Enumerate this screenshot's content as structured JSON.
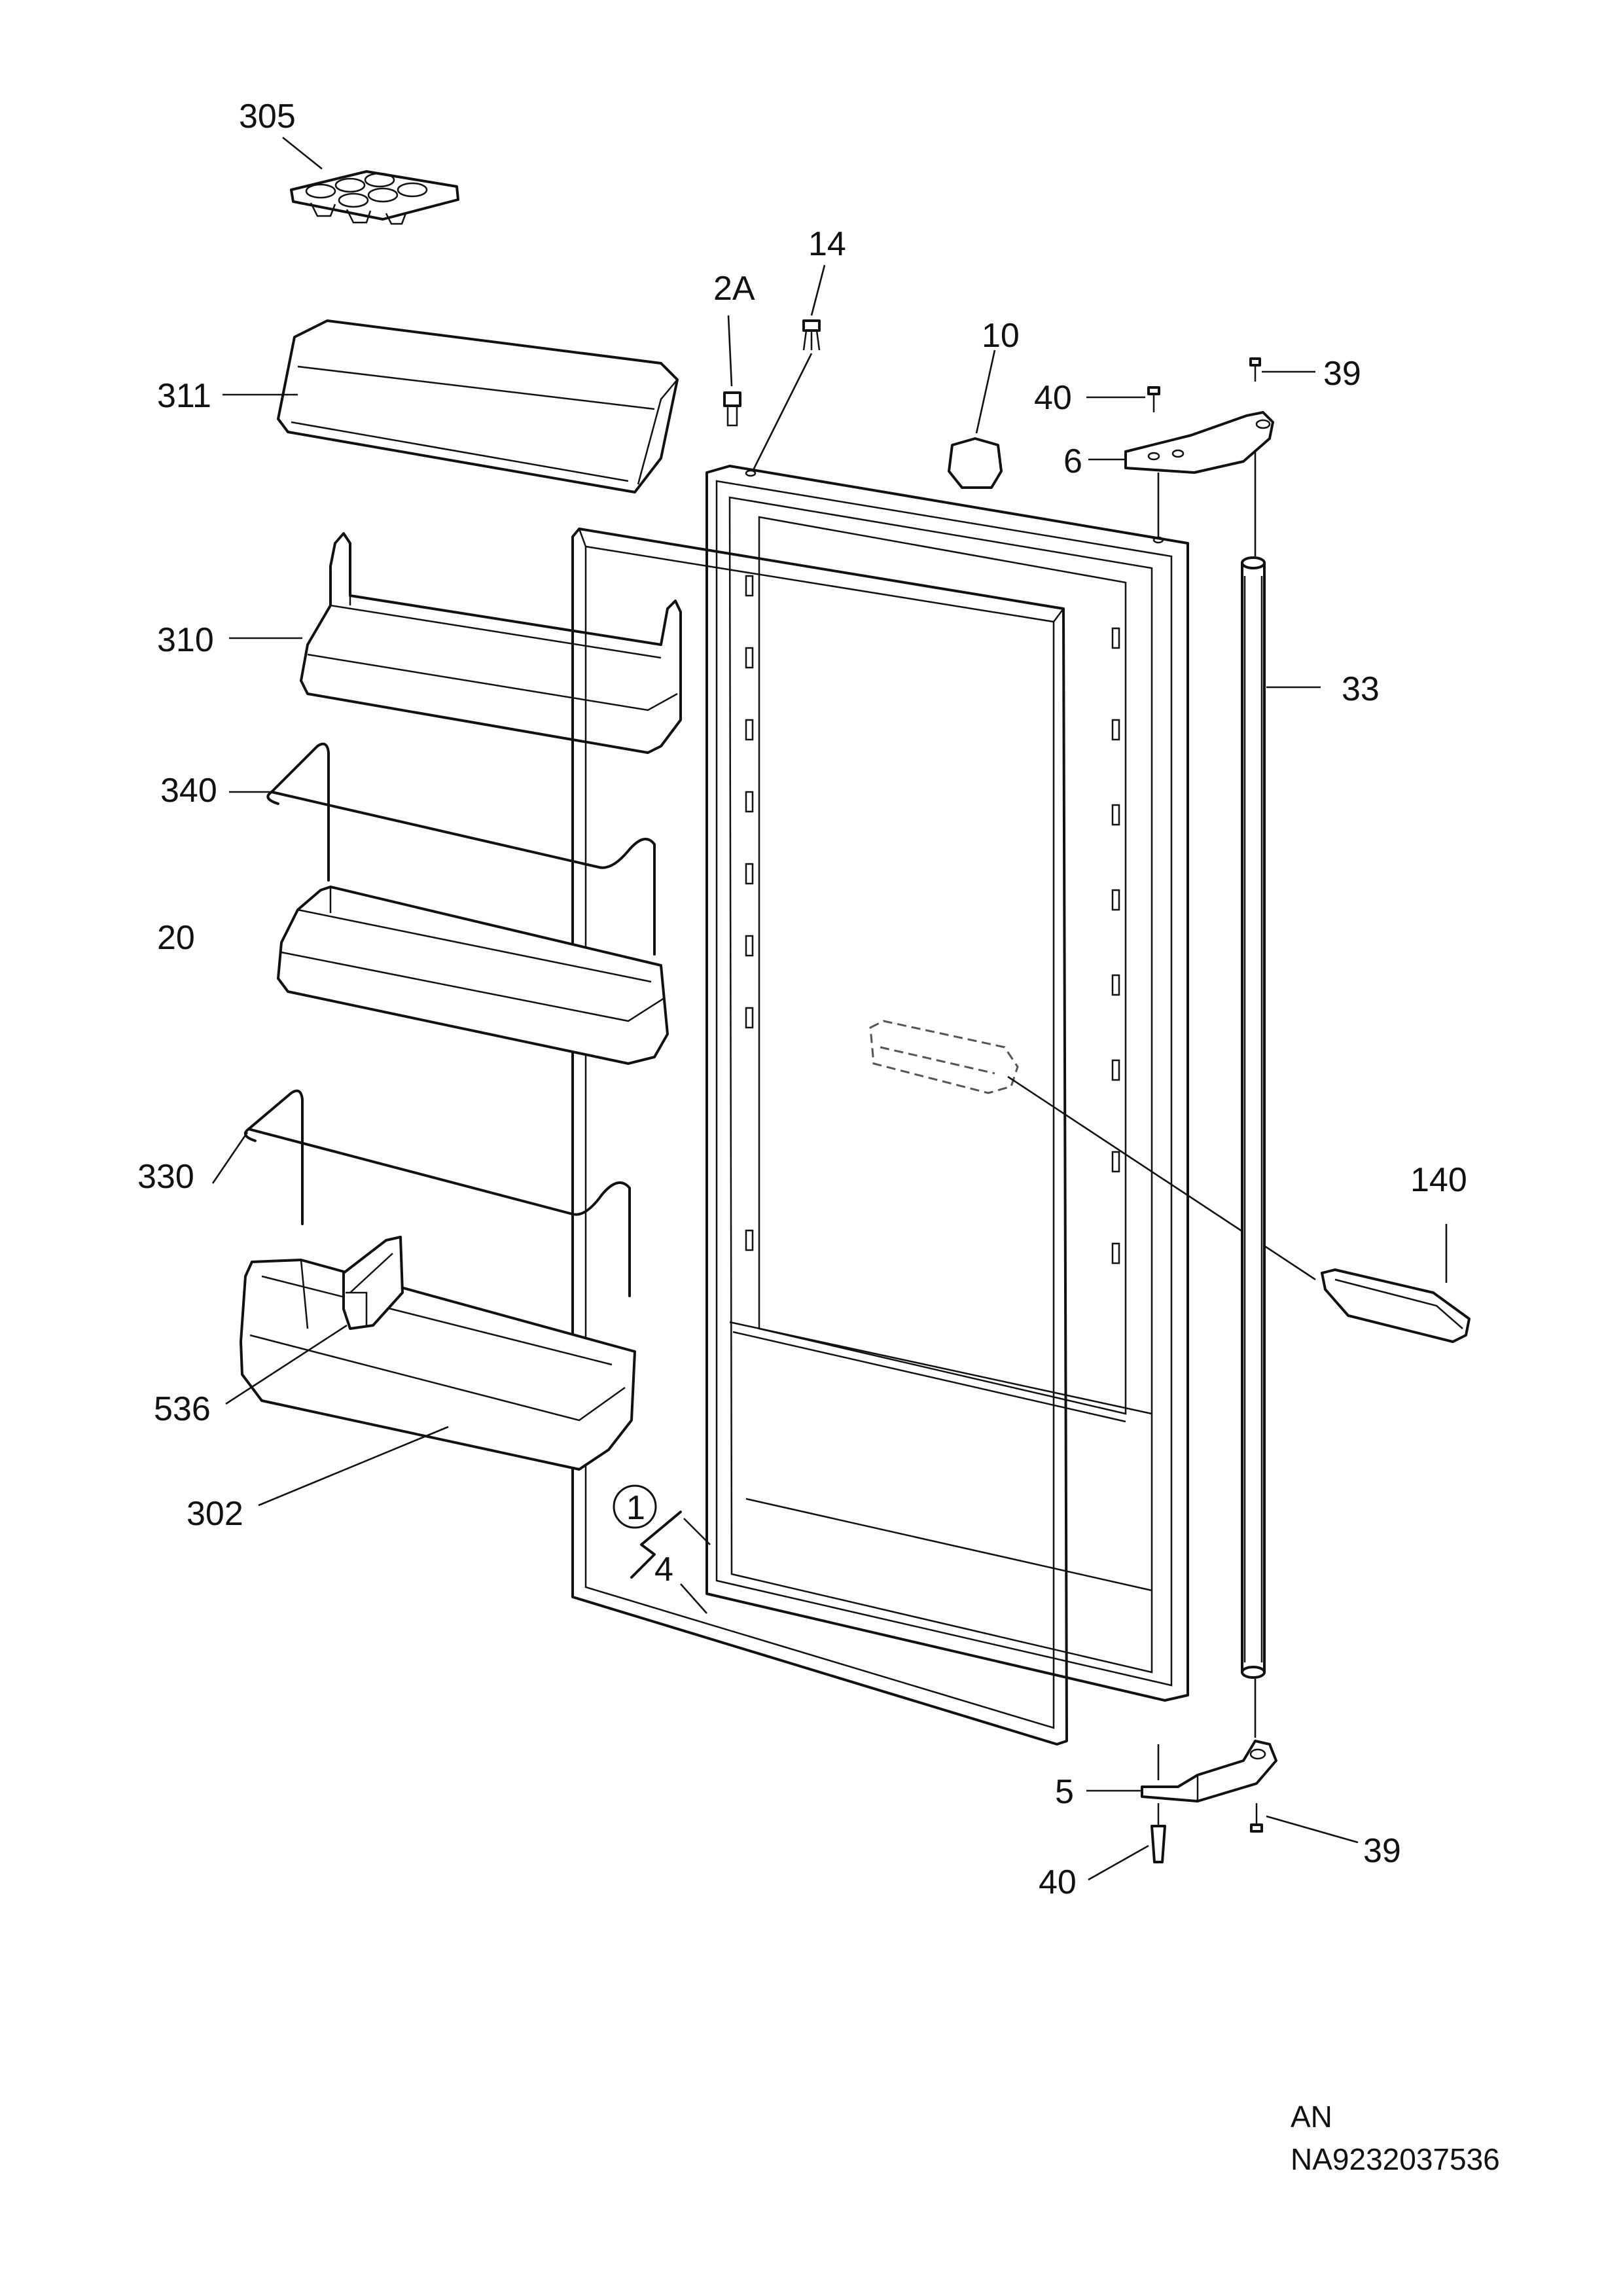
{
  "diagram": {
    "type": "exploded parts diagram",
    "parts": {
      "p305": "305",
      "p14": "14",
      "p2A": "2A",
      "p10": "10",
      "p40_top": "40",
      "p39_top": "39",
      "p6": "6",
      "p311": "311",
      "p310": "310",
      "p33": "33",
      "p340": "340",
      "p20": "20",
      "p330": "330",
      "p140": "140",
      "p536": "536",
      "p302": "302",
      "p1": "1",
      "p4": "4",
      "p5": "5",
      "p39_bottom": "39",
      "p40_bottom": "40"
    },
    "footer": {
      "line1": "AN",
      "line2": "NA9232037536"
    }
  }
}
